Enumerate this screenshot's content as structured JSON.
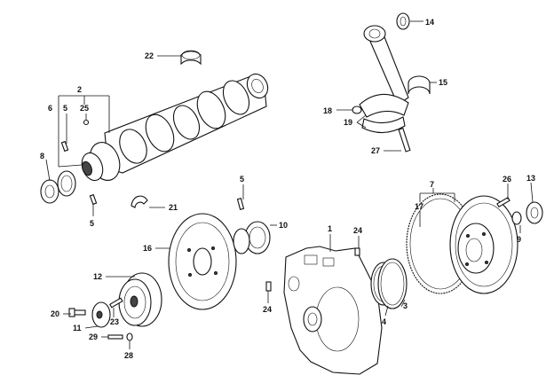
{
  "diagram": {
    "labels": {
      "l1": "1",
      "l2": "2",
      "l3": "3",
      "l4": "4",
      "l5a": "5",
      "l5b": "5",
      "l5c": "5",
      "l6": "6",
      "l7": "7",
      "l8": "8",
      "l9": "9",
      "l10": "10",
      "l11": "11",
      "l12": "12",
      "l13": "13",
      "l14": "14",
      "l15": "15",
      "l16": "16",
      "l17": "17",
      "l18": "18",
      "l19": "19",
      "l20": "20",
      "l21": "21",
      "l22": "22",
      "l23": "23",
      "l24a": "24",
      "l24b": "24",
      "l25": "25",
      "l26": "26",
      "l27": "27",
      "l28": "28",
      "l29": "29"
    }
  }
}
